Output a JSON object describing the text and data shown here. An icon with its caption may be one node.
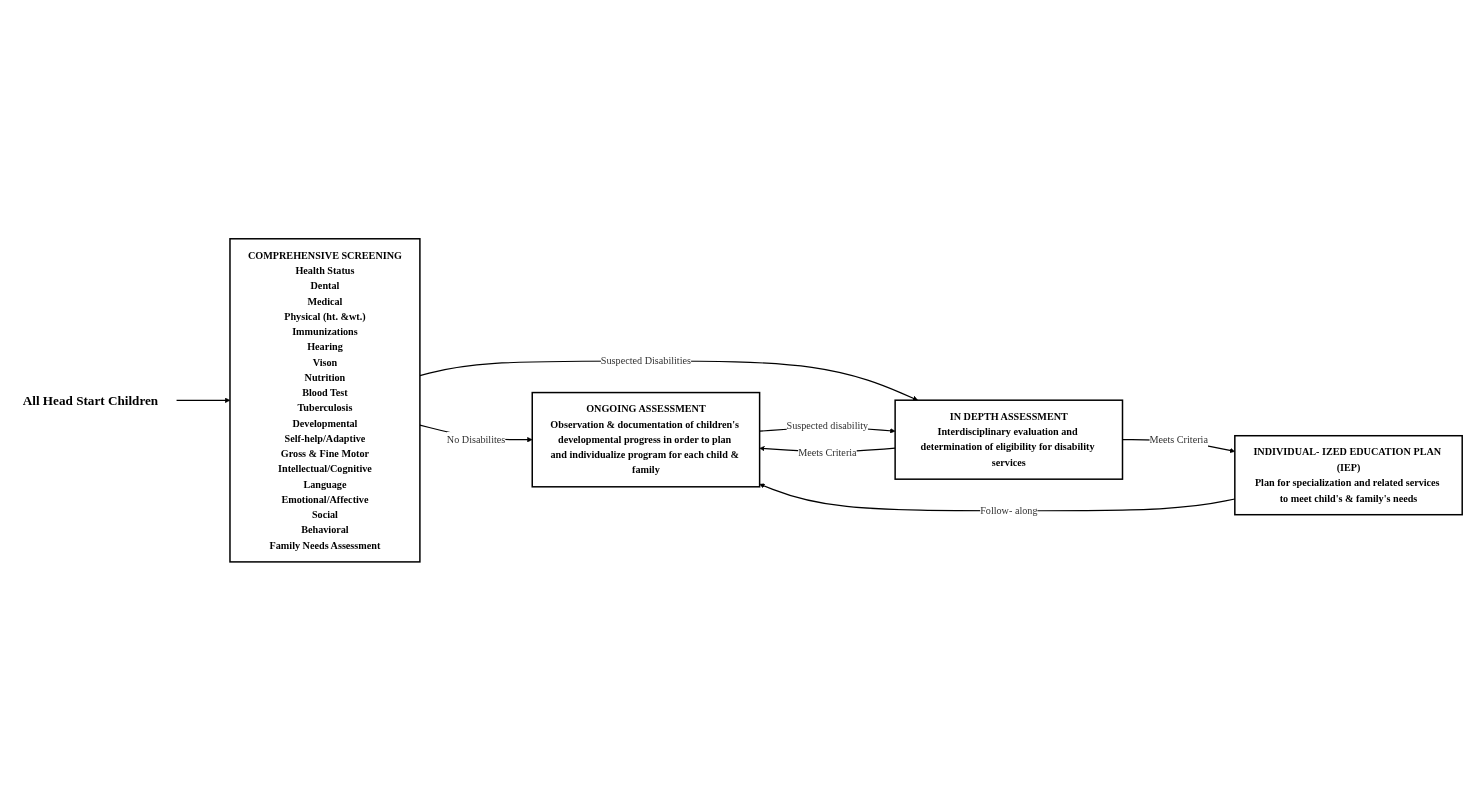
{
  "diagram": {
    "nodes": [
      {
        "text": [
          "All Head Start Children"
        ]
      },
      {
        "text": [
          "COMPREHENSIVE SCREENING",
          "Health Status",
          "Dental",
          "Medical",
          "Physical (ht. &wt.)",
          "Immunizations",
          "Hearing",
          "Vison",
          "Nutrition",
          "Blood Test",
          "Tuberculosis",
          "Developmental",
          "Self-help/Adaptive",
          "Gross & Fine Motor",
          "Intellectual/Cognitive",
          "Language",
          "Emotional/Affective",
          "Social",
          "Behavioral",
          "Family Needs Assessment"
        ]
      },
      {
        "text": [
          "ONGOING ASSESSMENT",
          "Observation & documentation of children's developmental progress in order to plan and individualize program for each child & family"
        ]
      },
      {
        "text": [
          "IN DEPTH ASSESSMENT",
          "Interdisciplinary evaluation and determination of eligibility for disability services"
        ]
      },
      {
        "text": [
          "INDIVIDUAL- IZED EDUCATION PLAN (IEP)",
          "Plan for specialization and related services to meet child's & family's needs"
        ]
      }
    ],
    "edges": [
      {
        "from": 0,
        "to": 1,
        "arrow": "to"
      },
      {
        "from": 1,
        "to": 2,
        "arrow": "to",
        "label": "No Disabilites"
      },
      {
        "from": 1,
        "to": 3,
        "arrow": "to",
        "label": "Suspected Disabilities"
      },
      {
        "from": 3,
        "to": 2,
        "arrow": "to",
        "label": "Meets Criteria"
      },
      {
        "from": 2,
        "to": 3,
        "arrow": "to",
        "label": "Suspected disability"
      },
      {
        "from": 3,
        "to": 4,
        "arrow": "to",
        "label": "Meets Criteria"
      },
      {
        "from": 4,
        "to": 2,
        "arrow": "to",
        "label": "Follow- along"
      }
    ]
  }
}
